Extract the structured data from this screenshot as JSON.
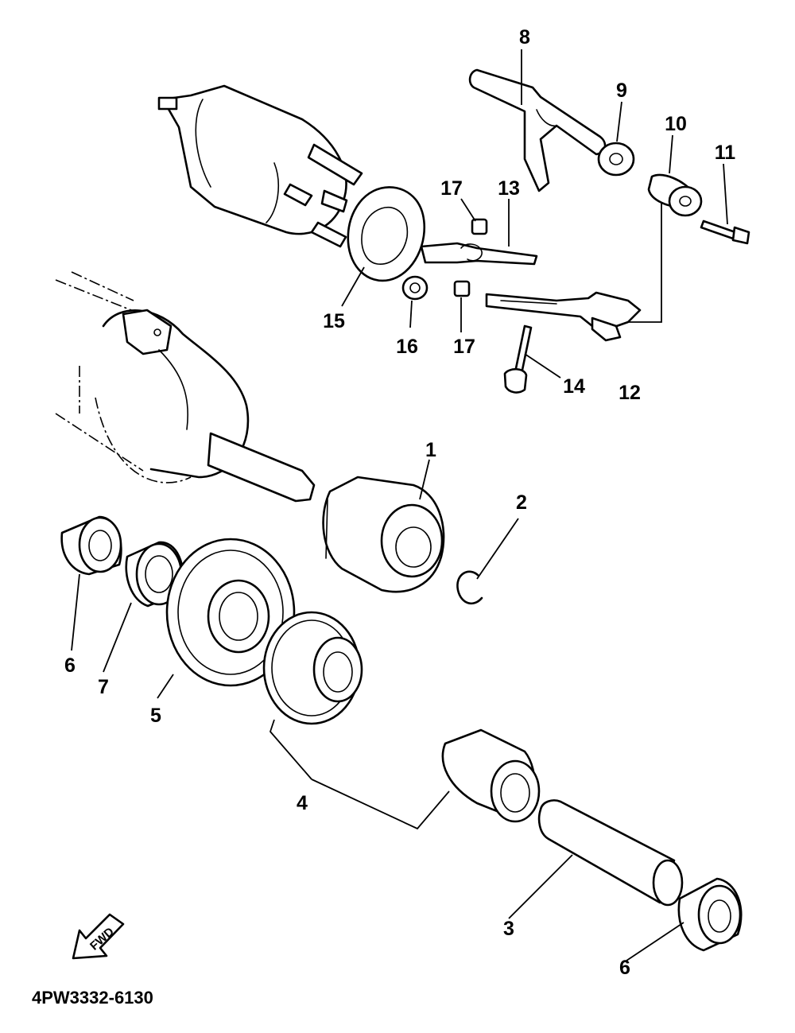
{
  "diagram": {
    "part_number_code": "4PW3332-6130",
    "direction_label": "FWD",
    "callouts": [
      "1",
      "2",
      "3",
      "4",
      "5",
      "6",
      "6",
      "7",
      "8",
      "9",
      "10",
      "11",
      "12",
      "13",
      "14",
      "15",
      "16",
      "17",
      "17"
    ]
  }
}
